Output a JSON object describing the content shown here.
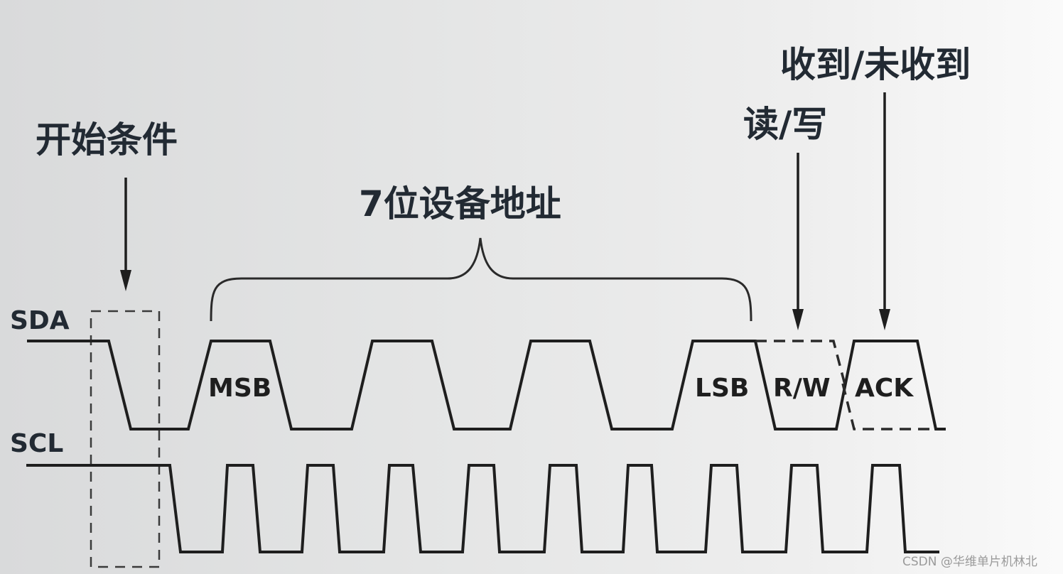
{
  "labels": {
    "start_condition": "开始条件",
    "address": "7位设备地址",
    "read_write": "读/写",
    "ack_received": "收到/未收到",
    "sda": "SDA",
    "scl": "SCL",
    "msb": "MSB",
    "lsb": "LSB",
    "rw": "R/W",
    "ack": "ACK"
  },
  "watermark": "CSDN @华维单片机林北"
}
